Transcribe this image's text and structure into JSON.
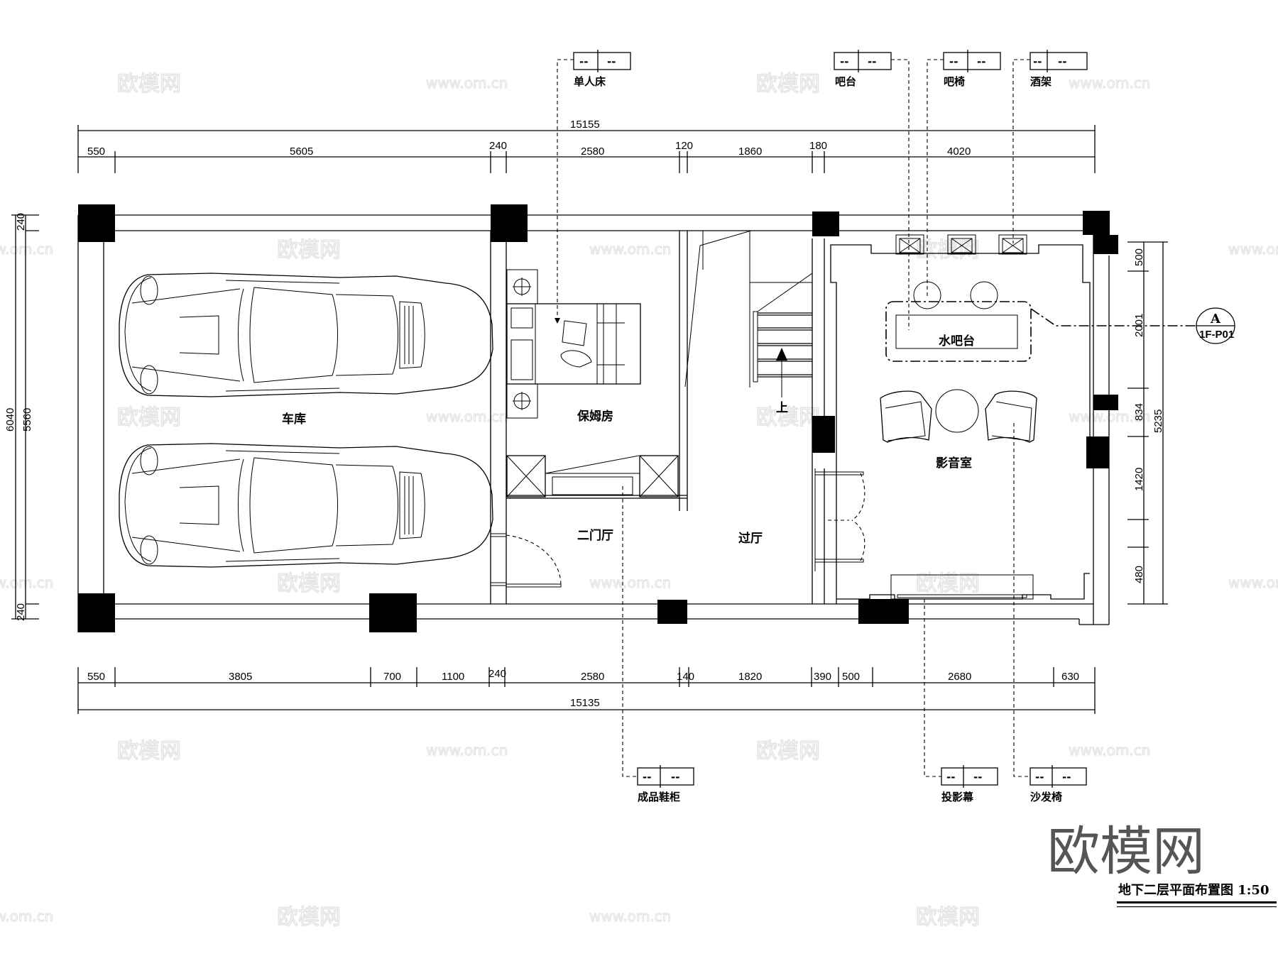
{
  "drawing": {
    "title": "地下二层平面布置图 1:50",
    "watermark_brand": "欧模网",
    "watermark_url": "www.om.cn",
    "section_marker": {
      "letter": "A",
      "sheet": "1F-P01"
    }
  },
  "dimensions": {
    "top_total": "15155",
    "top_segments": [
      "550",
      "5605",
      "240",
      "2580",
      "120",
      "1860",
      "180",
      "4020"
    ],
    "bottom_total": "15135",
    "bottom_segments": [
      "550",
      "3805",
      "700",
      "1100",
      "240",
      "2580",
      "140",
      "1820",
      "390",
      "500",
      "2680",
      "630"
    ],
    "left_total": "6040",
    "left_inner": "5560",
    "left_top": "240",
    "left_bottom": "240",
    "right_total": "5235",
    "right_segments": [
      "500",
      "2001",
      "834",
      "1420",
      "480"
    ]
  },
  "rooms": {
    "garage": "车库",
    "nanny_room": "保姆房",
    "second_foyer": "二门厅",
    "corridor": "过厅",
    "theater": "影音室",
    "water_bar": "水吧台",
    "stair_up": "上"
  },
  "tags_top": [
    {
      "label": "单人床",
      "code_left": "--",
      "code_right": "--"
    },
    {
      "label": "吧台",
      "code_left": "--",
      "code_right": "--"
    },
    {
      "label": "吧椅",
      "code_left": "--",
      "code_right": "--"
    },
    {
      "label": "酒架",
      "code_left": "--",
      "code_right": "--"
    }
  ],
  "tags_bottom": [
    {
      "label": "成品鞋柜",
      "code_left": "--",
      "code_right": "--"
    },
    {
      "label": "投影幕",
      "code_left": "--",
      "code_right": "--"
    },
    {
      "label": "沙发椅",
      "code_left": "--",
      "code_right": "--"
    }
  ]
}
